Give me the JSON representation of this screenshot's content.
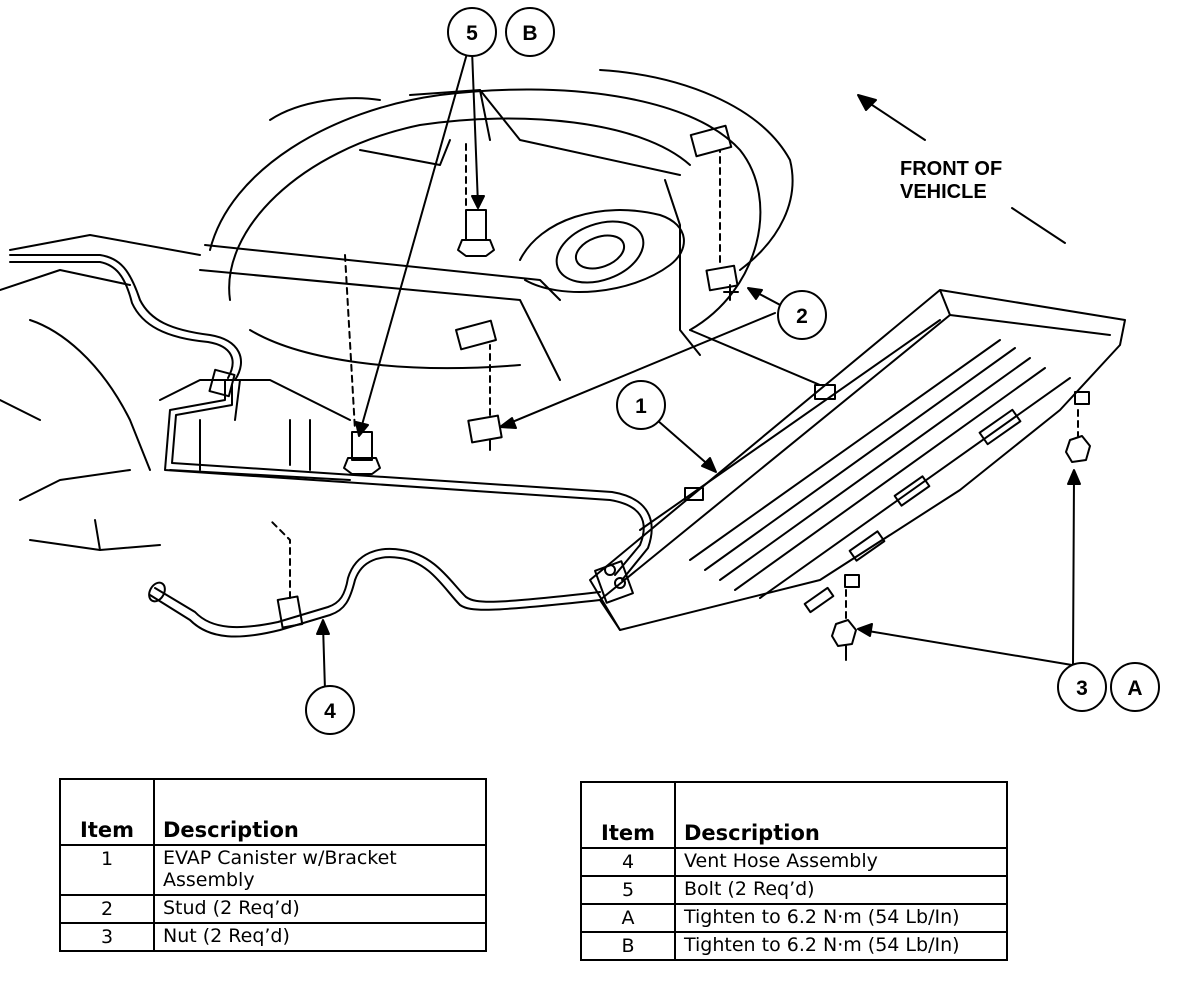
{
  "callouts": {
    "c1": "1",
    "c2": "2",
    "c3": "3",
    "c4": "4",
    "c5": "5",
    "cA": "A",
    "cB": "B"
  },
  "front_label": {
    "line1": "FRONT OF",
    "line2": "VEHICLE"
  },
  "legend_left": {
    "header_item": "Item",
    "header_desc": "Description",
    "rows": [
      {
        "item": "1",
        "desc": "EVAP Canister w/Bracket Assembly"
      },
      {
        "item": "2",
        "desc": "Stud (2 Req’d)"
      },
      {
        "item": "3",
        "desc": "Nut (2 Req’d)"
      }
    ]
  },
  "legend_right": {
    "header_item": "Item",
    "header_desc": "Description",
    "rows": [
      {
        "item": "4",
        "desc": "Vent Hose Assembly"
      },
      {
        "item": "5",
        "desc": "Bolt (2 Req’d)"
      },
      {
        "item": "A",
        "desc": "Tighten to 6.2 N·m (54 Lb/In)"
      },
      {
        "item": "B",
        "desc": "Tighten to 6.2 N·m (54 Lb/In)"
      }
    ]
  }
}
